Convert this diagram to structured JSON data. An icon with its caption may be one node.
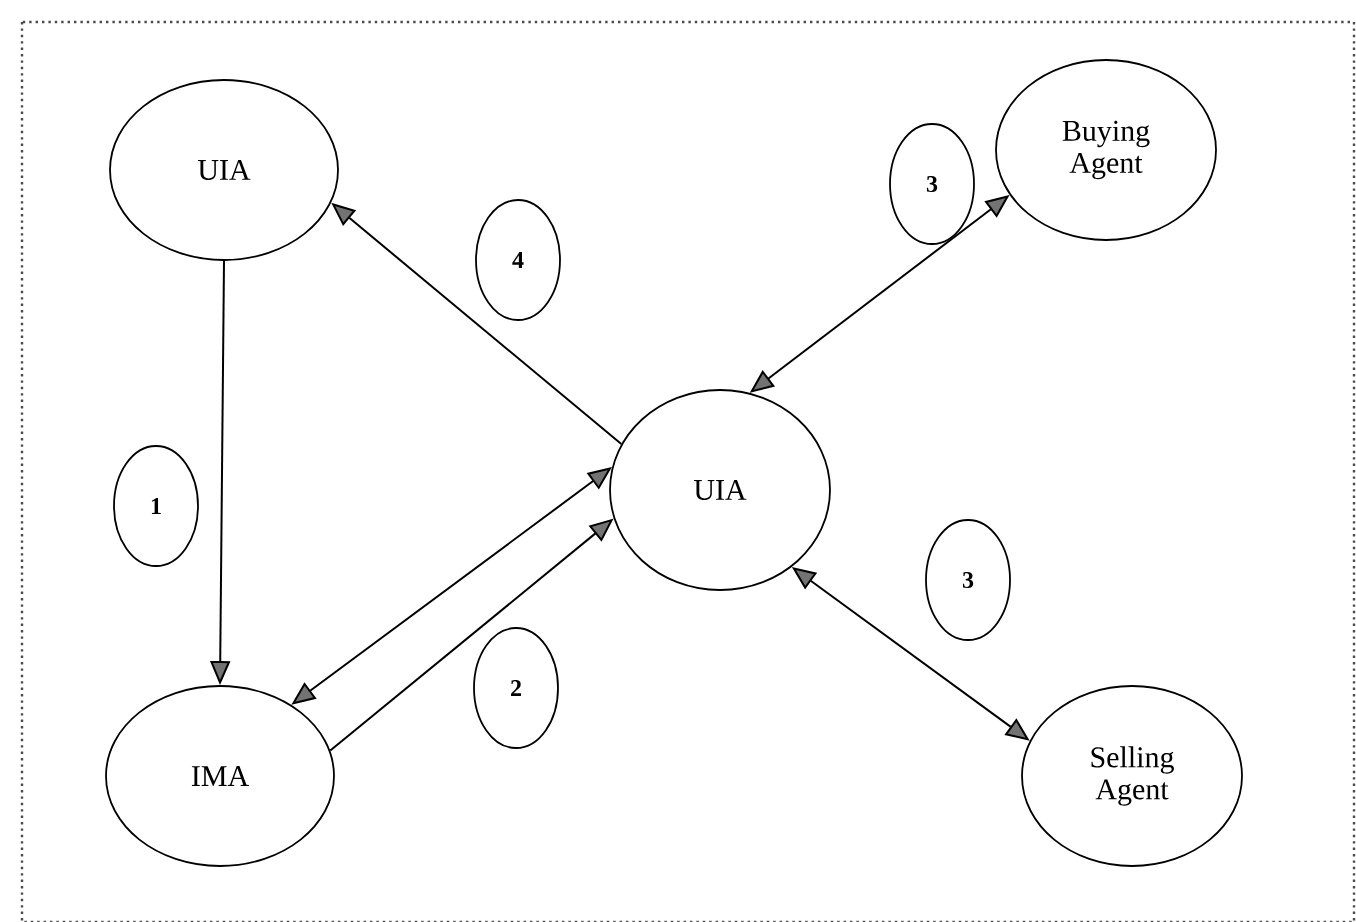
{
  "diagram": {
    "nodes": [
      {
        "text": [
          "UIA"
        ]
      },
      {
        "text": [
          "4"
        ]
      },
      {
        "text": [
          "3"
        ]
      },
      {
        "text": [
          "Buying Agent"
        ]
      },
      {
        "text": [
          "1"
        ]
      },
      {
        "text": [
          "UIA"
        ]
      },
      {
        "text": [
          "3"
        ]
      },
      {
        "text": [
          "2"
        ]
      },
      {
        "text": [
          "IMA"
        ]
      },
      {
        "text": [
          "Selling Agent"
        ]
      }
    ],
    "edges": [
      {
        "from": 0,
        "to": 8,
        "arrow": "to"
      },
      {
        "from": 5,
        "to": 0,
        "arrow": "to"
      },
      {
        "from": 5,
        "to": 3,
        "arrow": "both"
      },
      {
        "from": 5,
        "to": 8,
        "arrow": "both"
      },
      {
        "from": 8,
        "to": 5,
        "arrow": "to"
      },
      {
        "from": 5,
        "to": 9,
        "arrow": "both"
      }
    ]
  }
}
